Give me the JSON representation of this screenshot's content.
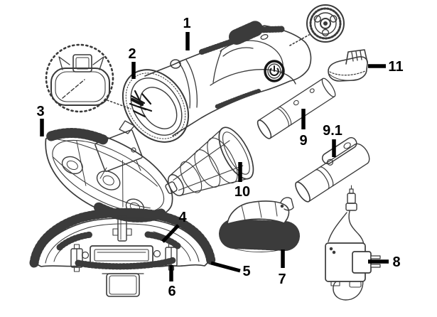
{
  "figure": {
    "type": "exploded-parts-diagram",
    "subject": "handheld-vacuum-cleaner",
    "colors": {
      "ink": "#3a3a3a",
      "label": "#000000",
      "background": "#ffffff"
    },
    "parts": [
      {
        "label": "1"
      },
      {
        "label": "2"
      },
      {
        "label": "3"
      },
      {
        "label": "4"
      },
      {
        "label": "5"
      },
      {
        "label": "6"
      },
      {
        "label": "7"
      },
      {
        "label": "8"
      },
      {
        "label": "9"
      },
      {
        "label": "9.1"
      },
      {
        "label": "10"
      },
      {
        "label": "11"
      }
    ]
  }
}
